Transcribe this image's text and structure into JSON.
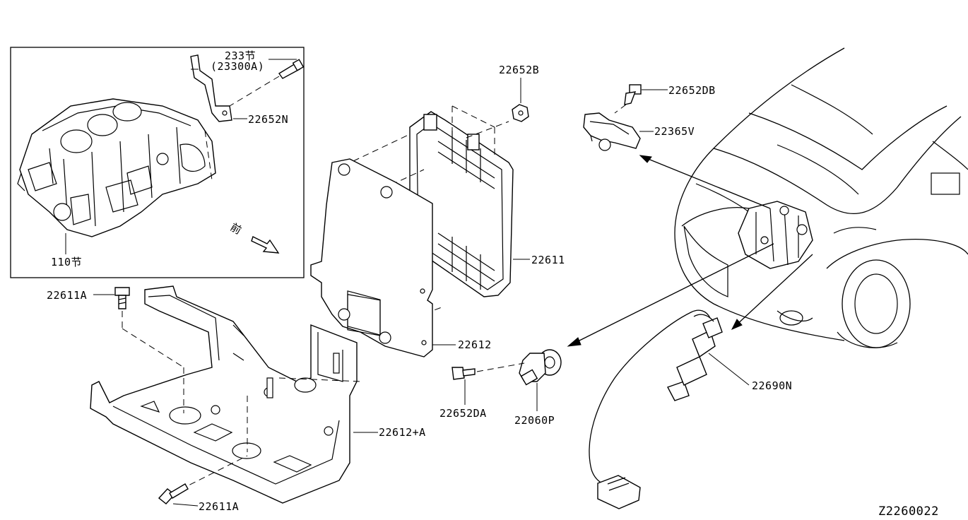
{
  "diagram_code": "Z2260022",
  "inset": {
    "front_mark": "前",
    "labels": {
      "sec233": "233节",
      "part_23300a": "(23300A)",
      "part_22652n": "22652N",
      "sec110": "110节"
    }
  },
  "parts": {
    "p22652b": "22652B",
    "p22652db": "22652DB",
    "p22365v": "22365V",
    "p22611": "22611",
    "p22611a_top": "22611A",
    "p22612": "22612",
    "p22612_a": "22612+A",
    "p22652da": "22652DA",
    "p22060p": "22060P",
    "p22690n": "22690N",
    "p22611a_bottom": "22611A"
  }
}
